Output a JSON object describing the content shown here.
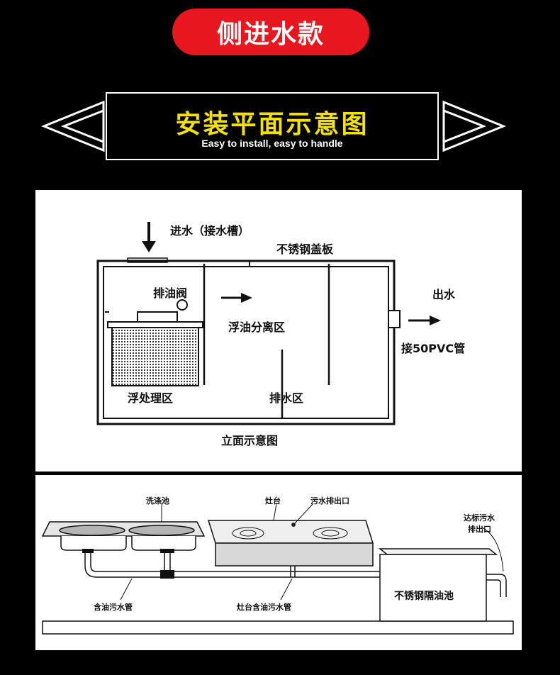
{
  "header": {
    "pill_text": "侧进水款",
    "banner_title": "安装平面示意图",
    "banner_subtitle": "Easy to install, easy to handle"
  },
  "elevation": {
    "inlet": "进水（接水槽）",
    "cover": "不锈钢盖板",
    "valve": "排油阀",
    "oil_zone": "浮油分离区",
    "outlet": "出水",
    "pipe": "接50PVC管",
    "float_zone": "浮处理区",
    "drain_zone": "排水区",
    "caption": "立面示意图"
  },
  "kitchen": {
    "sink": "洗涤池",
    "stove": "灶台",
    "dirty_outlet": "污水排出口",
    "std_outlet_1": "达标污水",
    "std_outlet_2": "排出口",
    "tank": "不锈钢隔油池",
    "oily_pipe": "含油污水管",
    "stove_pipe": "灶台含油污水管"
  },
  "colors": {
    "accent_red": "#e8161e",
    "title_yellow": "#f5e100"
  }
}
